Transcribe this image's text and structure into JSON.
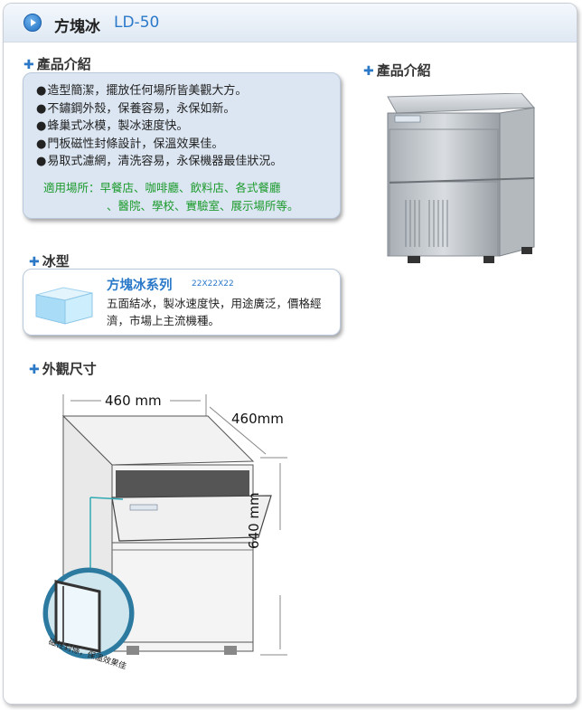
{
  "header": {
    "title": "方塊冰",
    "model": "LD-50"
  },
  "intro": {
    "heading": "產品介紹",
    "items": [
      "造型簡潔，擺放任何場所皆美觀大方。",
      "不鏽鋼外殼，保養容易，永保如新。",
      "蜂巢式冰模，製冰速度快。",
      "門板磁性封條設計，保溫效果佳。",
      "易取式濾網，清洗容易，永保機器最佳狀況。"
    ],
    "bullet": "●",
    "usage_line1": "適用場所：早餐店、咖啡廳、飲料店、各式餐廳",
    "usage_line2": "、醫院、學校、實驗室、展示場所等。"
  },
  "product_image": {
    "heading": "產品介紹"
  },
  "ice": {
    "heading": "冰型",
    "name": "方塊冰系列",
    "size": "22X22X22",
    "description": "五面結冰，製冰速度快，用途廣泛，價格經濟，市場上主流機種。"
  },
  "dimensions": {
    "heading": "外觀尺寸",
    "width": "460 mm",
    "depth": "460mm",
    "height": "640 mm",
    "seal_caption": "磁性封條，保溫效果佳"
  },
  "colors": {
    "accent": "#2b79c9",
    "usage_green": "#1c9a2c",
    "box_bg": "#dbe6f2"
  }
}
